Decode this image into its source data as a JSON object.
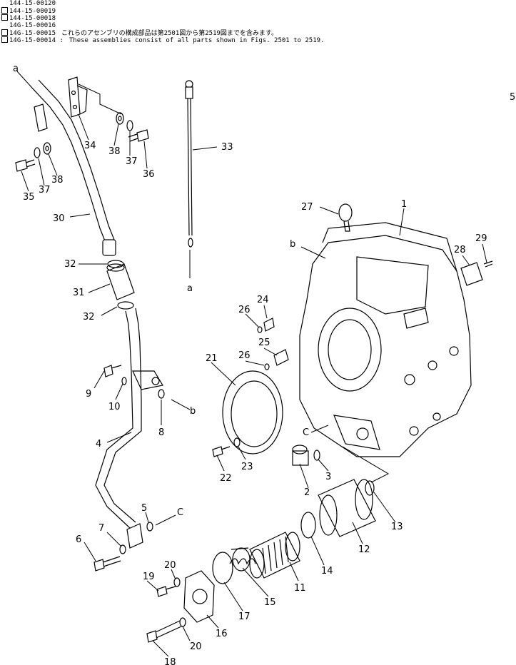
{
  "header": {
    "rows": [
      {
        "box": false,
        "code": "144-15-00120",
        "note": ""
      },
      {
        "box": true,
        "code": "144-15-00019",
        "note": ""
      },
      {
        "box": true,
        "code": "144-15-00018",
        "note": ""
      },
      {
        "box": false,
        "code": "14G-15-00016",
        "note": ""
      },
      {
        "box": true,
        "code": "14G-15-00015",
        "note": "これらのアセンブリの構成部品は第2501図から第2519図までを含みます。"
      },
      {
        "box": true,
        "code": "14G-15-00014 :",
        "note": "These assemblies consist of all parts shown in Figs. 2501 to 2519."
      }
    ]
  },
  "callouts": [
    "1",
    "2",
    "3",
    "4",
    "5",
    "6",
    "7",
    "8",
    "9",
    "10",
    "11",
    "12",
    "13",
    "14",
    "15",
    "16",
    "17",
    "18",
    "19",
    "20",
    "20",
    "21",
    "22",
    "23",
    "24",
    "25",
    "26",
    "26",
    "27",
    "28",
    "29",
    "30",
    "31",
    "32",
    "32",
    "33",
    "34",
    "35",
    "36",
    "37",
    "37",
    "38",
    "38"
  ],
  "refs": [
    "a",
    "a",
    "b",
    "b",
    "C",
    "C"
  ],
  "margin_mark": "5"
}
